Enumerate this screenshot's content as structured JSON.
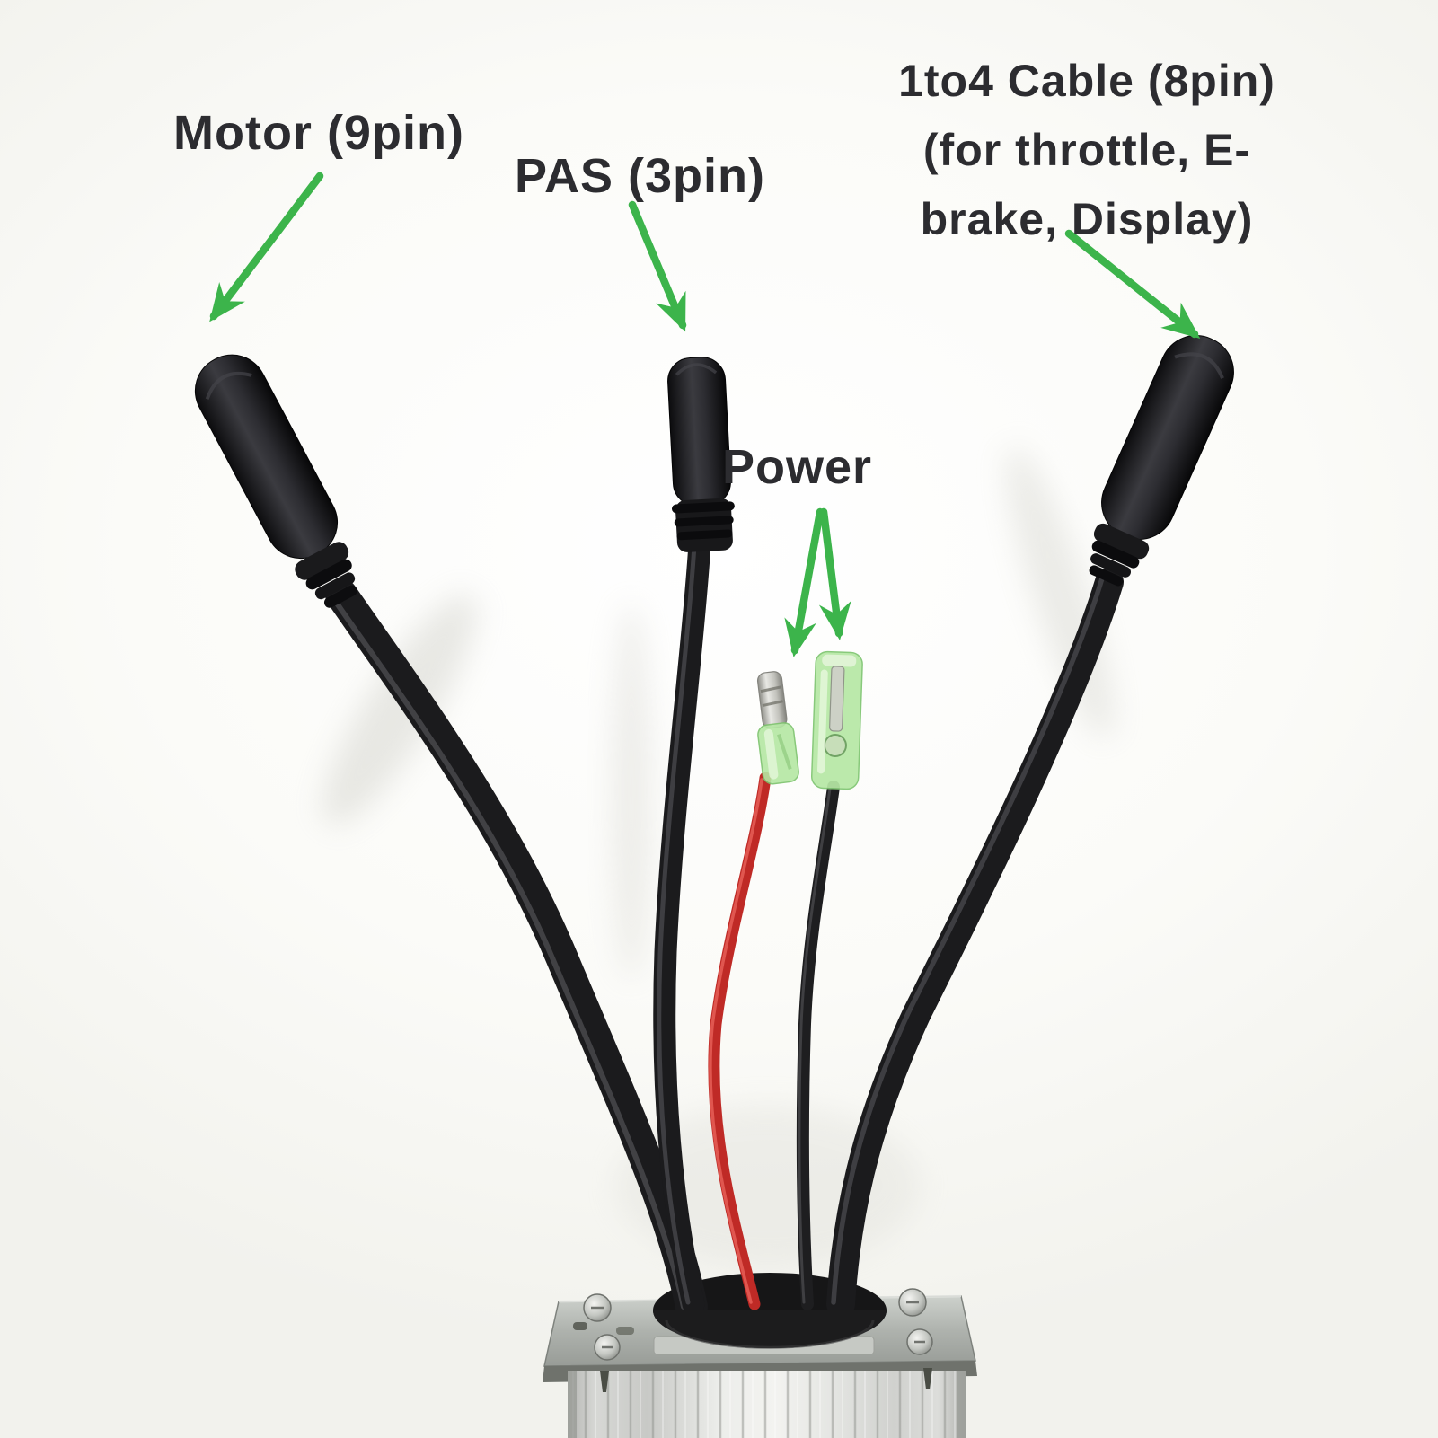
{
  "labels": {
    "motor": "Motor (9pin)",
    "pas": "PAS (3pin)",
    "cable_1to4_line1": "1to4 Cable (8pin)",
    "cable_1to4_line2": "(for throttle, E-",
    "cable_1to4_line3": "brake, Display)",
    "power": "Power"
  },
  "annotations": [
    {
      "label": "Motor (9pin)",
      "points_to": "motor-connector"
    },
    {
      "label": "PAS (3pin)",
      "points_to": "pas-connector"
    },
    {
      "label": "1to4 Cable (8pin) (for throttle, E-brake, Display)",
      "points_to": "1to4-connector"
    },
    {
      "label": "Power",
      "points_to": "power-terminals"
    }
  ],
  "colors": {
    "background": "#fafaf7",
    "arrow_green": "#3cb44b",
    "label_text": "#2c2c30",
    "cable_black": "#1c1c1e",
    "power_wire_red": "#bf2a26",
    "terminal_sleeve_green": "#b5e7a4",
    "terminal_metal_silver": "#cfcfca",
    "controller_plate_gray": "#b2b6b1",
    "controller_body_aluminum": "#e3e4e1",
    "grommet_black": "#1a1a1b"
  }
}
